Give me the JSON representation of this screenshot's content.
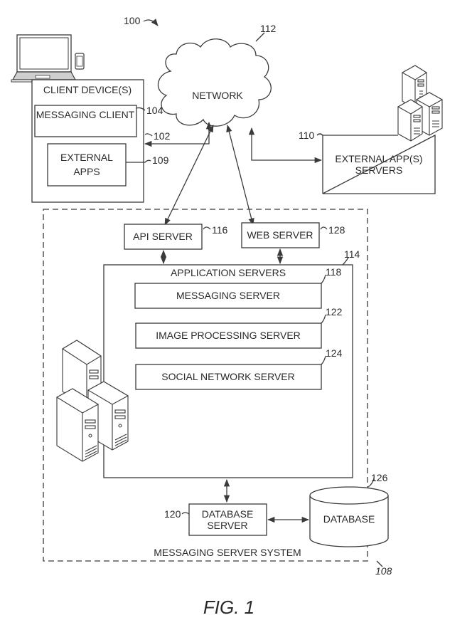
{
  "figure": {
    "overall_ref": "100",
    "caption": "FIG. 1"
  },
  "client_device": {
    "title": "CLIENT DEVICE(S)",
    "ref": "102",
    "messaging_client": {
      "label": "MESSAGING CLIENT",
      "ref": "104"
    },
    "external_apps": {
      "line1": "EXTERNAL",
      "line2": "APPS",
      "ref": "109"
    }
  },
  "network": {
    "label": "NETWORK",
    "ref": "112"
  },
  "external_app_servers": {
    "line1": "EXTERNAL APP(S)",
    "line2": "SERVERS",
    "ref": "110"
  },
  "messaging_server_system": {
    "title": "MESSAGING SERVER SYSTEM",
    "ref": "108",
    "api_server": {
      "label": "API SERVER",
      "ref": "116"
    },
    "web_server": {
      "label": "WEB SERVER",
      "ref": "128"
    },
    "application_servers": {
      "title": "APPLICATION SERVERS",
      "ref": "114",
      "items": [
        {
          "label": "MESSAGING SERVER",
          "ref": "118"
        },
        {
          "label": "IMAGE PROCESSING SERVER",
          "ref": "122"
        },
        {
          "label": "SOCIAL NETWORK SERVER",
          "ref": "124"
        }
      ]
    },
    "database_server": {
      "line1": "DATABASE",
      "line2": "SERVER",
      "ref": "120"
    },
    "database": {
      "label": "DATABASE",
      "ref": "126"
    }
  }
}
